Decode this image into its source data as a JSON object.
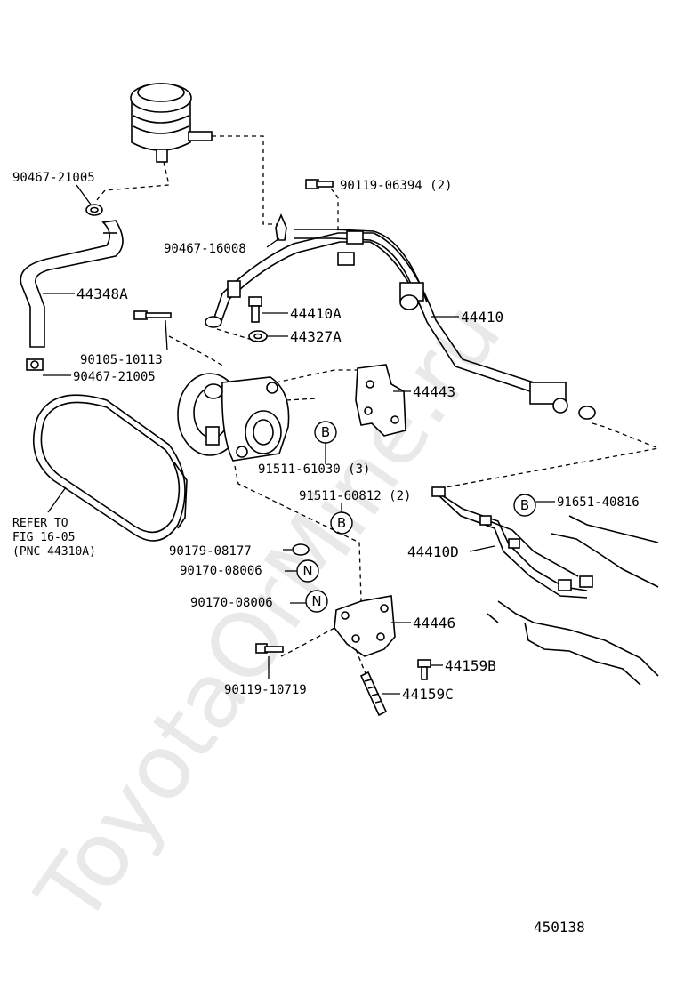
{
  "watermark": "ToyotaOrMine.ru",
  "figure_number": "450138",
  "reference_note": [
    "REFER TO",
    "FIG 16-05",
    "(PNC 44310A)"
  ],
  "symbols": {
    "B": "B",
    "N": "N"
  },
  "labels": {
    "clip_top": "90467-21005",
    "bolt_top": "90119-06394 (2)",
    "clip_mid": "90467-16008",
    "hose_return": "44348A",
    "union_bolt": "44410A",
    "gasket": "44327A",
    "pressure_tube": "44410",
    "bolt_pump": "90105-10113",
    "clip_low": "90467-21005",
    "bracket_upper": "44443",
    "bolt_b3": "91511-61030 (3)",
    "bolt_b2": "91511-60812 (2)",
    "bolt_91651": "91651-40816",
    "tube_lower": "44410D",
    "nut_90179": "90179-08177",
    "nut_n1": "90170-08006",
    "nut_n2": "90170-08006",
    "bracket_lower": "44446",
    "bolt_44159b": "44159B",
    "bolt_44159c": "44159C",
    "bolt_bottom": "90119-10719"
  }
}
